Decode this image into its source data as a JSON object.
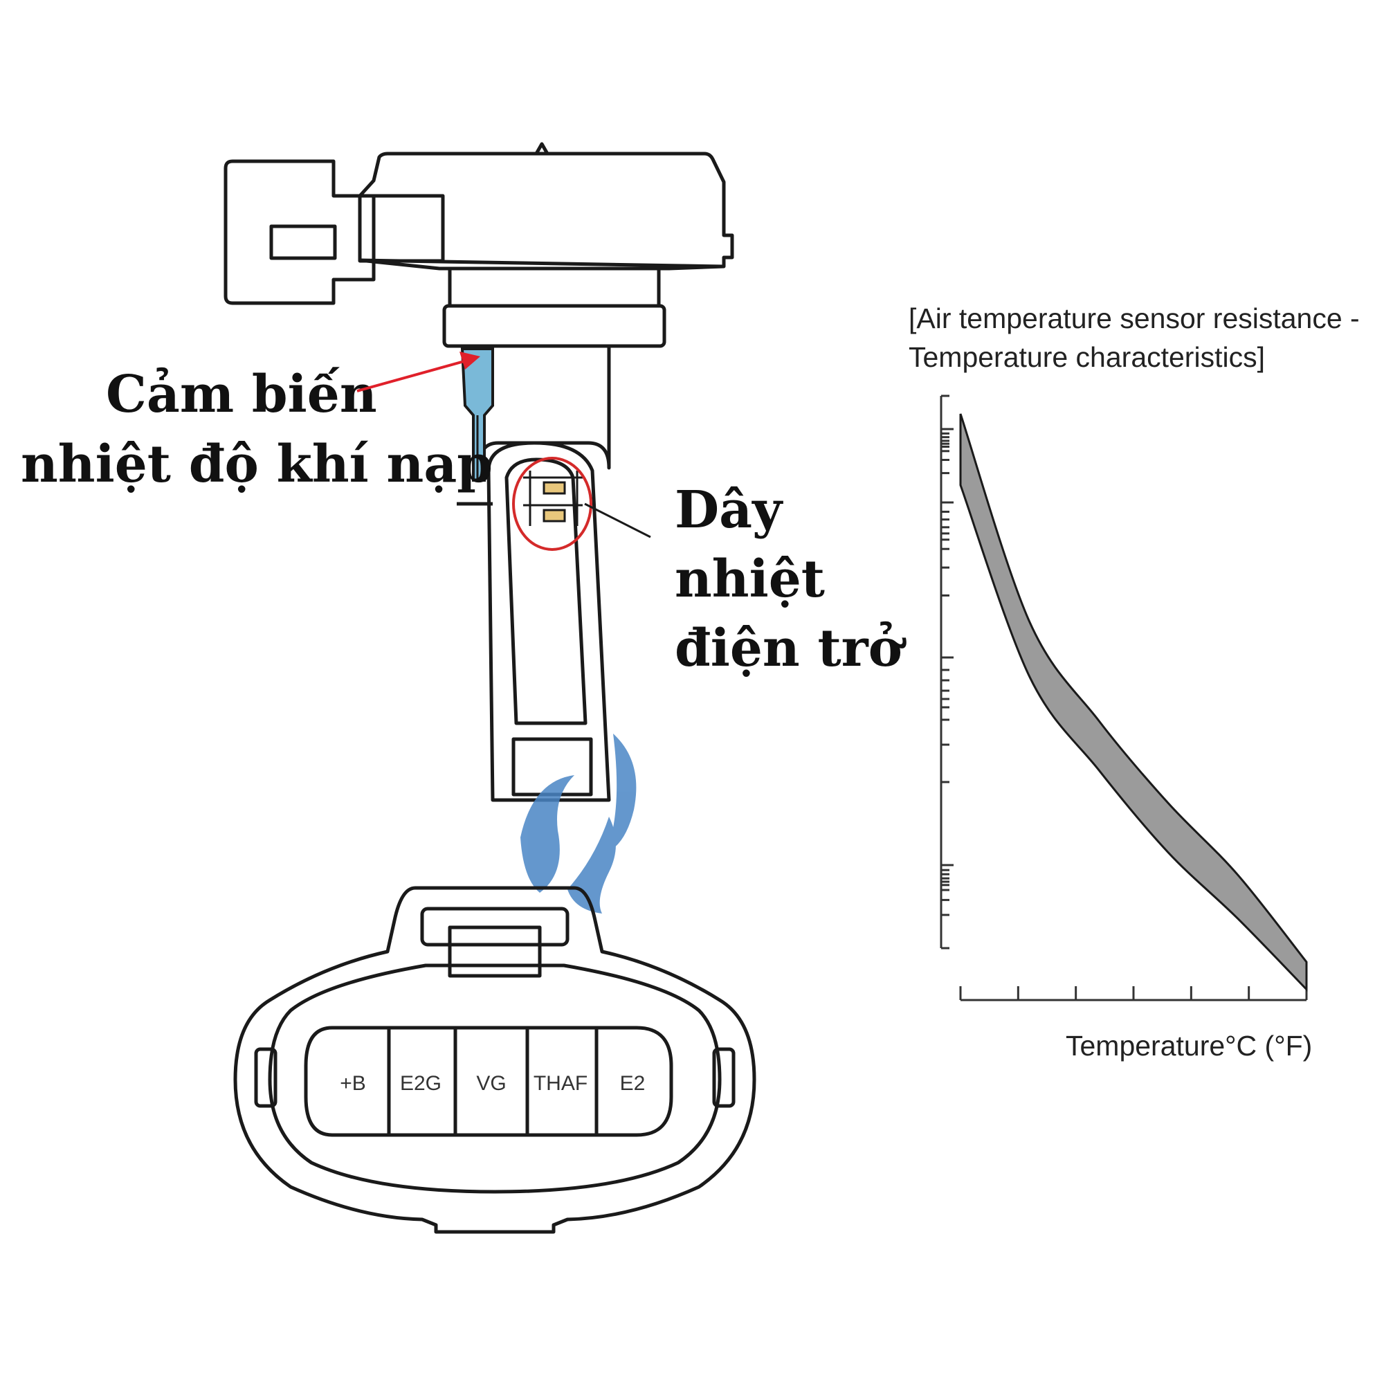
{
  "callouts": {
    "intake_sensor": [
      "Cảm biến",
      "nhiệt độ khí nạp"
    ],
    "hot_wire": [
      "Dây",
      "nhiệt",
      "điện trở"
    ]
  },
  "chart_data": {
    "type": "area",
    "title": [
      "[Air temperature sensor resistance -",
      "Temperature characteristics]"
    ],
    "xlabel": "Temperature°C (°F)",
    "ylabel": "",
    "y_scale": "log",
    "grid": false,
    "series": [
      {
        "values": [
          1.0,
          0.62,
          0.44,
          0.29,
          0.16,
          0.0
        ]
      },
      {
        "values": [
          0.87,
          0.52,
          0.35,
          0.2,
          0.08,
          -0.05
        ]
      }
    ]
  },
  "connector": {
    "pins": [
      "+B",
      "E2G",
      "VG",
      "THAF",
      "E2"
    ]
  },
  "colors": {
    "outline": "#1a1a1a",
    "sensor_fill": "#7ab9d8",
    "arrow": "#e0202a",
    "highlight_ring": "#d42a2a",
    "band_fill": "#9b9b9b",
    "watermark": "#4a86c5"
  }
}
